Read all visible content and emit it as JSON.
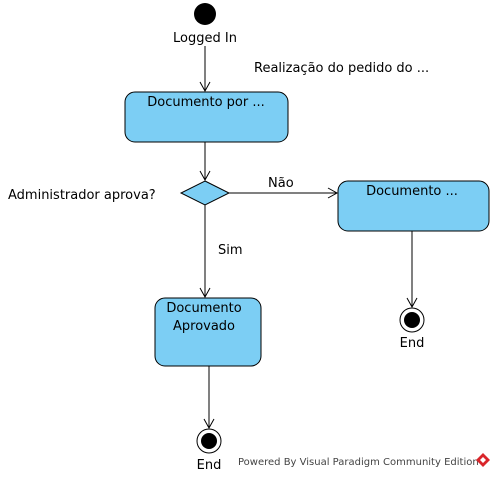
{
  "diagram": {
    "initial_label": "Logged In",
    "note": "Realização do pedido do ...",
    "decision_label": "Administrador aprova?",
    "nodes": {
      "documento_por": "Documento por ...",
      "documento_right": "Documento ...",
      "documento_aprovado_line1": "Documento",
      "documento_aprovado_line2": "Aprovado"
    },
    "edges": {
      "nao": "Não",
      "sim": "Sim"
    },
    "end_labels": {
      "right": "End",
      "bottom": "End"
    }
  },
  "footer": {
    "watermark": "Powered By Visual Paradigm Community Edition"
  },
  "colors": {
    "node_fill": "#7ccef4",
    "stroke": "#000000",
    "logo_red": "#d9252a"
  }
}
